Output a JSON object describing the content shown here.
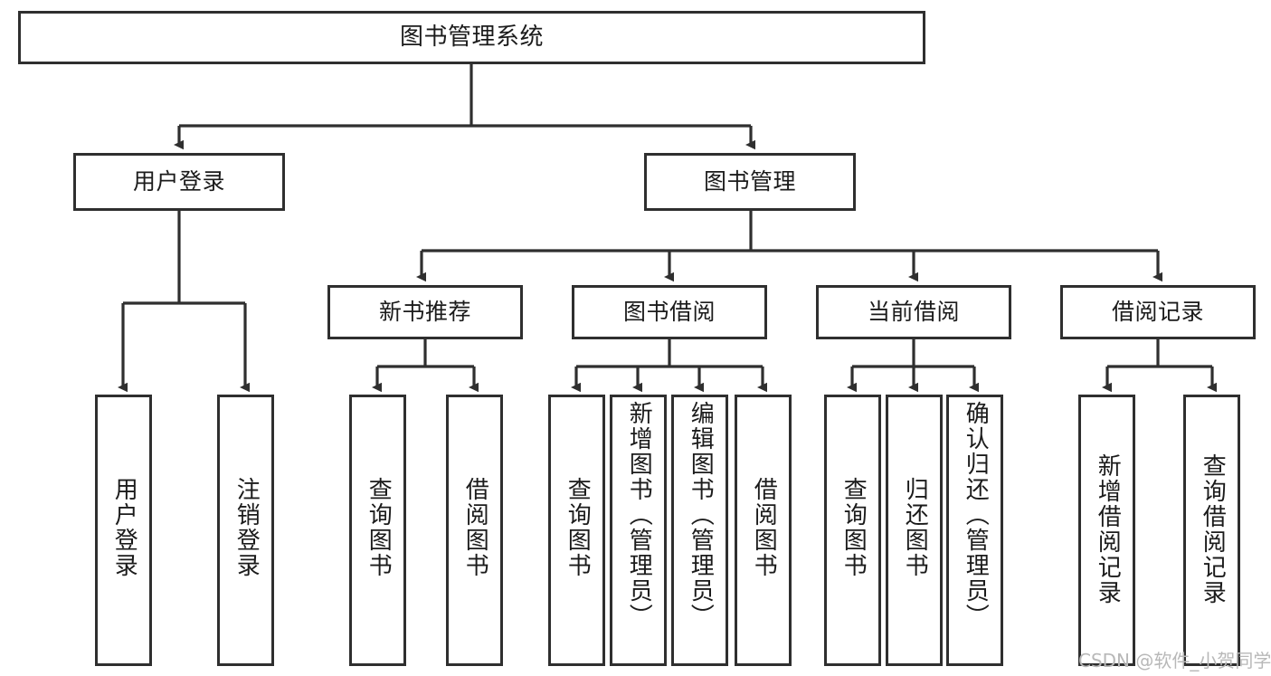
{
  "diagram": {
    "type": "hierarchy-tree",
    "title": "图书管理系统",
    "levels": {
      "root": {
        "id": "root",
        "label": "图书管理系统"
      },
      "level2": [
        {
          "id": "user-login",
          "label": "用户登录"
        },
        {
          "id": "book-management",
          "label": "图书管理"
        }
      ],
      "level3": [
        {
          "id": "new-book-recommend",
          "label": "新书推荐",
          "parent": "book-management"
        },
        {
          "id": "book-borrow",
          "label": "图书借阅",
          "parent": "book-management"
        },
        {
          "id": "current-borrow",
          "label": "当前借阅",
          "parent": "book-management"
        },
        {
          "id": "borrow-record",
          "label": "借阅记录",
          "parent": "book-management"
        }
      ],
      "leaves": [
        {
          "id": "leaf-user-login",
          "label": "用户登录",
          "parent": "user-login"
        },
        {
          "id": "leaf-logout",
          "label": "注销登录",
          "parent": "user-login"
        },
        {
          "id": "leaf-query-book-1",
          "label": "查询图书",
          "parent": "new-book-recommend"
        },
        {
          "id": "leaf-borrow-book-1",
          "label": "借阅图书",
          "parent": "new-book-recommend"
        },
        {
          "id": "leaf-query-book-2",
          "label": "查询图书",
          "parent": "book-borrow"
        },
        {
          "id": "leaf-add-book",
          "label": "新增图书（管理员）",
          "parent": "book-borrow"
        },
        {
          "id": "leaf-edit-book",
          "label": "编辑图书（管理员）",
          "parent": "book-borrow"
        },
        {
          "id": "leaf-borrow-book-2",
          "label": "借阅图书",
          "parent": "book-borrow"
        },
        {
          "id": "leaf-query-book-3",
          "label": "查询图书",
          "parent": "current-borrow"
        },
        {
          "id": "leaf-return-book",
          "label": "归还图书",
          "parent": "current-borrow"
        },
        {
          "id": "leaf-confirm-return",
          "label": "确认归还（管理员）",
          "parent": "current-borrow"
        },
        {
          "id": "leaf-add-record",
          "label": "新增借阅记录",
          "parent": "borrow-record"
        },
        {
          "id": "leaf-query-record",
          "label": "查询借阅记录",
          "parent": "borrow-record"
        }
      ]
    },
    "colors": {
      "stroke": "#2f2f2f",
      "fill": "#ffffff",
      "text": "#1b1b1b",
      "watermark": "#b8b8b8"
    }
  },
  "watermark": {
    "text": "CSDN @软件_小贺同学"
  }
}
